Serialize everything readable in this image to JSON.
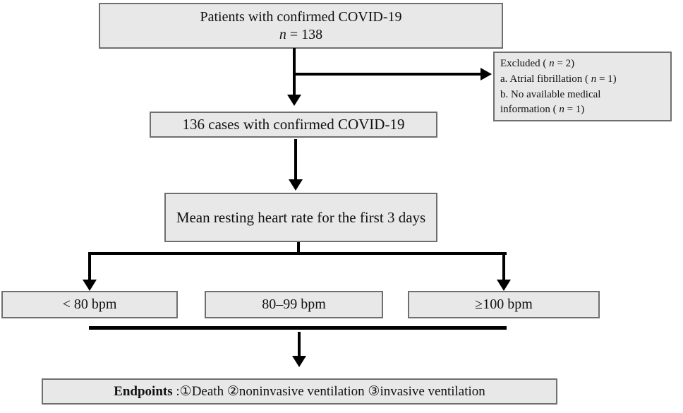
{
  "boxes": {
    "patients": {
      "line1": "Patients with confirmed COVID-19",
      "n_italic": "n",
      "n_rest": " = 138"
    },
    "excluded": {
      "line1_pre": "Excluded ( ",
      "line1_n": "n",
      "line1_post": " = 2)",
      "line2_pre": "a. Atrial  fibrillation ( ",
      "line2_n": "n",
      "line2_post": " = 1)",
      "line3": "b. No available  medical",
      "line4_pre": "information  ( ",
      "line4_n": "n",
      "line4_post": " = 1)"
    },
    "cases": {
      "label": "136 cases with confirmed COVID-19"
    },
    "heart_rate": {
      "label": "Mean resting heart rate for the first 3 days"
    },
    "hr_low": {
      "label": "< 80 bpm"
    },
    "hr_mid": {
      "label": "80–99 bpm"
    },
    "hr_high": {
      "label": "≥100 bpm"
    },
    "endpoints": {
      "label_bold": "Endpoints",
      "rest": " :①Death ②noninvasive ventilation ③invasive ventilation"
    }
  },
  "colors": {
    "box_fill": "#e9e8e8",
    "box_border": "#6f6f6f",
    "arrow": "#000000",
    "text": "#111111",
    "background": "#ffffff"
  }
}
